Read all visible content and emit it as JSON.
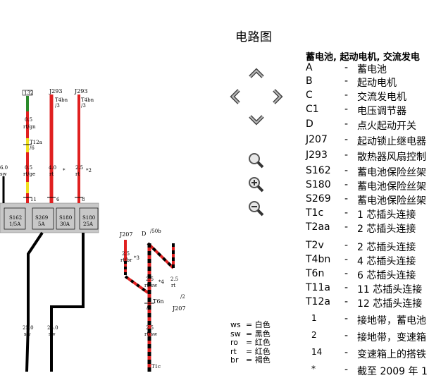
{
  "page": {
    "title": "电路图"
  },
  "navigation": {
    "up": "chevron-up-icon",
    "left": "chevron-left-icon",
    "right": "chevron-right-icon",
    "down": "chevron-down-icon",
    "zoom_fit": "magnifier-icon",
    "zoom_in": "zoom-in-icon",
    "zoom_out": "zoom-out-icon"
  },
  "legend": {
    "header": "蓄电池, 起动电机, 交流发电",
    "items": [
      {
        "code": "A",
        "desc": "蓄电池"
      },
      {
        "code": "B",
        "desc": "起动电机"
      },
      {
        "code": "C",
        "desc": "交流发电机"
      },
      {
        "code": "C1",
        "desc": "电压调节器"
      },
      {
        "code": "D",
        "desc": "点火起动开关"
      },
      {
        "code": "J207",
        "desc": "起动锁止继电器"
      },
      {
        "code": "J293",
        "desc": "散热器风扇控制"
      },
      {
        "code": "S162",
        "desc": "蓄电池保险丝架"
      },
      {
        "code": "S180",
        "desc": "蓄电池保险丝架"
      },
      {
        "code": "S269",
        "desc": "蓄电池保险丝架"
      },
      {
        "code": "T1c",
        "desc": "1 芯插头连接"
      },
      {
        "code": "T2aa",
        "desc": "2 芯插头连接"
      },
      {
        "code": "T2v",
        "desc": "2 芯插头连接"
      },
      {
        "code": "T4bn",
        "desc": "4 芯插头连接"
      },
      {
        "code": "T6n",
        "desc": "6 芯插头连接"
      },
      {
        "code": "T11a",
        "desc": "11 芯插头连接"
      },
      {
        "code": "T12a",
        "desc": "12 芯插头连接"
      },
      {
        "code": "1",
        "desc": "接地带，蓄电池"
      },
      {
        "code": "2",
        "desc": "接地带，变速箱"
      },
      {
        "code": "14",
        "desc": "变速箱上的搭铁"
      },
      {
        "code": "*",
        "desc": "截至 2009 年 1"
      }
    ]
  },
  "color_key": [
    {
      "abbr": "ws",
      "name": "白色"
    },
    {
      "abbr": "sw",
      "name": "黑色"
    },
    {
      "abbr": "ro",
      "name": "红色"
    },
    {
      "abbr": "rt",
      "name": "红色"
    },
    {
      "abbr": "br",
      "name": "褐色"
    }
  ],
  "diagram": {
    "labels": {
      "j293_a": "J293",
      "j293_b": "J293",
      "conn_132": "132",
      "t4bn_a": "T4bn",
      "t4bn_a2": "/3",
      "t4bn_b": "T4bn",
      "t4bn_b2": "/3",
      "w05": "0.5",
      "w05c": "rt/gn",
      "t12a": "T12a",
      "t12a2": "/6",
      "w60": "6.0",
      "w60c": "sw",
      "w05b": "0.5",
      "w05bc": "rt/ge",
      "w40": "4.0",
      "w40c": "rt",
      "star1": "*",
      "w25": "2.5",
      "w25c": "rt",
      "star2": "*2",
      "pin11": "11",
      "pin6": "6",
      "pin8": "8",
      "s162": "S162",
      "s162a": "1/5A",
      "s269": "S269",
      "s269a": "5A",
      "s180": "S180",
      "s180a": "30A",
      "s180b": "S180",
      "s180ba": "25A",
      "j207": "J207",
      "d": "D",
      "d50": "/50b",
      "w25d": "2.5",
      "w25dc": "rt/br",
      "star3": "*3",
      "w25e": "2.5",
      "w25ec": "rt/sw",
      "star4": "*4",
      "w25f": "2.5",
      "w25fc": "rt",
      "two": "/2",
      "t6n": "T6n",
      "v3": "/3",
      "j207b": "J207",
      "w250a": "25.0",
      "w250ac": "sw",
      "w250b": "25.0",
      "w250bc": "sw",
      "w25g": "2.5",
      "w25gc": "rt/sw",
      "t1c": "T1c"
    }
  }
}
